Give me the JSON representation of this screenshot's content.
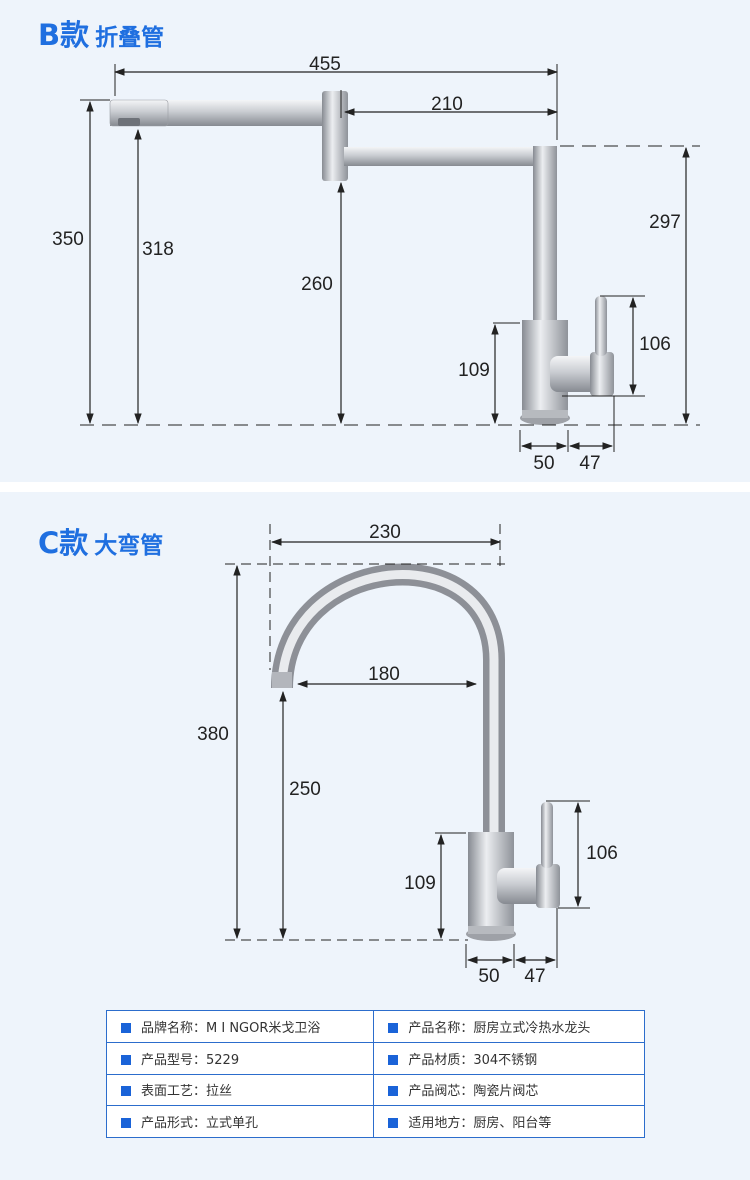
{
  "colors": {
    "heading": "#1f6fe0",
    "panel_bg": "#eef4fb",
    "table_border": "#2c6dcc",
    "bullet": "#1a63d8",
    "dimension_line": "#222222",
    "steel_light": "#e6e7ea",
    "steel_dark": "#8a8d94"
  },
  "models": [
    {
      "code": "B款",
      "name": "折叠管",
      "dimensions": {
        "total_reach": "455",
        "swing_reach": "210",
        "total_height": "350",
        "outlet_height": "318",
        "mid_height": "260",
        "body_top_height": "297",
        "handle_height": "106",
        "body_height": "109",
        "base_width": "50",
        "handle_offset": "47"
      }
    },
    {
      "code": "C款",
      "name": "大弯管",
      "dimensions": {
        "arc_width": "230",
        "spout_reach": "180",
        "total_height": "380",
        "outlet_height": "250",
        "handle_height": "106",
        "body_height": "109",
        "base_width": "50",
        "handle_offset": "47"
      }
    }
  ],
  "specs": [
    [
      {
        "icon": "square-bullet-icon",
        "text": "品牌名称：M I NGOR米戈卫浴"
      },
      {
        "icon": "square-bullet-icon",
        "text": "产品名称：厨房立式冷热水龙头"
      }
    ],
    [
      {
        "icon": "square-bullet-icon",
        "text": "产品型号：5229"
      },
      {
        "icon": "square-bullet-icon",
        "text": "产品材质：304不锈钢"
      }
    ],
    [
      {
        "icon": "square-bullet-icon",
        "text": "表面工艺：拉丝"
      },
      {
        "icon": "square-bullet-icon",
        "text": "产品阀芯：陶瓷片阀芯"
      }
    ],
    [
      {
        "icon": "square-bullet-icon",
        "text": "产品形式：立式单孔"
      },
      {
        "icon": "square-bullet-icon",
        "text": "适用地方：厨房、阳台等"
      }
    ]
  ]
}
